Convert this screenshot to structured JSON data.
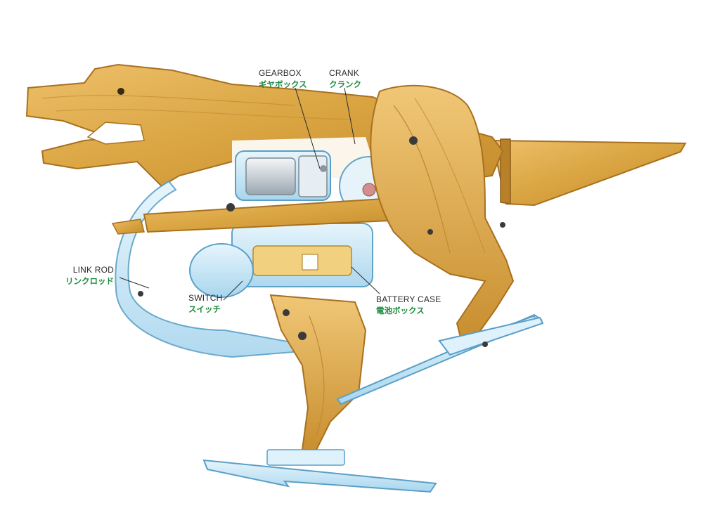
{
  "labels": {
    "gearbox": {
      "en": "GEARBOX",
      "jp": "ギヤボックス"
    },
    "crank": {
      "en": "CRANK",
      "jp": "クランク"
    },
    "link_rod": {
      "en": "LINK ROD",
      "jp": "リンクロッド"
    },
    "switch": {
      "en": "SWITCH",
      "jp": "スイッチ"
    },
    "battery_case": {
      "en": "BATTERY CASE",
      "jp": "電池ボックス"
    }
  },
  "colors": {
    "wood": "#d9a441",
    "wood_dark": "#a8701f",
    "plastic": "#bfe3f4",
    "plastic_edge": "#5a9fc8",
    "japanese_label": "#1d8a3e"
  }
}
